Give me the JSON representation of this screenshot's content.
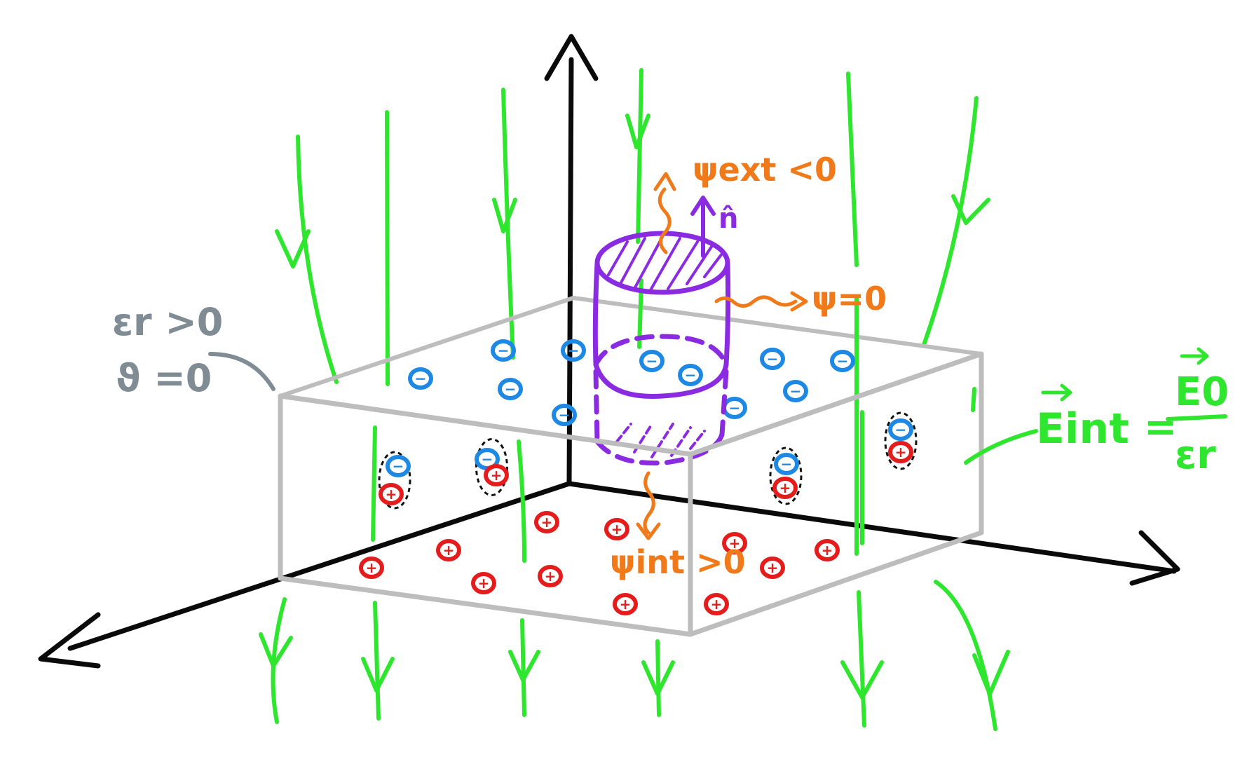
{
  "labels": {
    "permittivity": "εr >0",
    "free_charge": "ϑ =0",
    "flux_ext": "ψext <0",
    "normal": "n̂",
    "flux_side": "ψ=0",
    "flux_int": "ψint >0",
    "field_lhs": "Eint",
    "field_equals": "=",
    "field_num": "E0",
    "field_den": "εr",
    "neg_sign": "−",
    "pos_sign": "+"
  },
  "colors": {
    "background": "#ffffff",
    "axis": "#0a0a0a",
    "field_line": "#2ee62e",
    "slab": "#bdbdbd",
    "negative_charge": "#1e88e5",
    "positive_charge": "#e51c1c",
    "gauss_surface": "#8a2be2",
    "flux_annotation": "#f07a1a",
    "material_label": "#7f8c94",
    "dipole_outline": "#111111"
  },
  "icons": {
    "negative_charge": "minus-circle-icon",
    "positive_charge": "plus-circle-icon",
    "field_arrow": "arrowhead-down-icon"
  }
}
